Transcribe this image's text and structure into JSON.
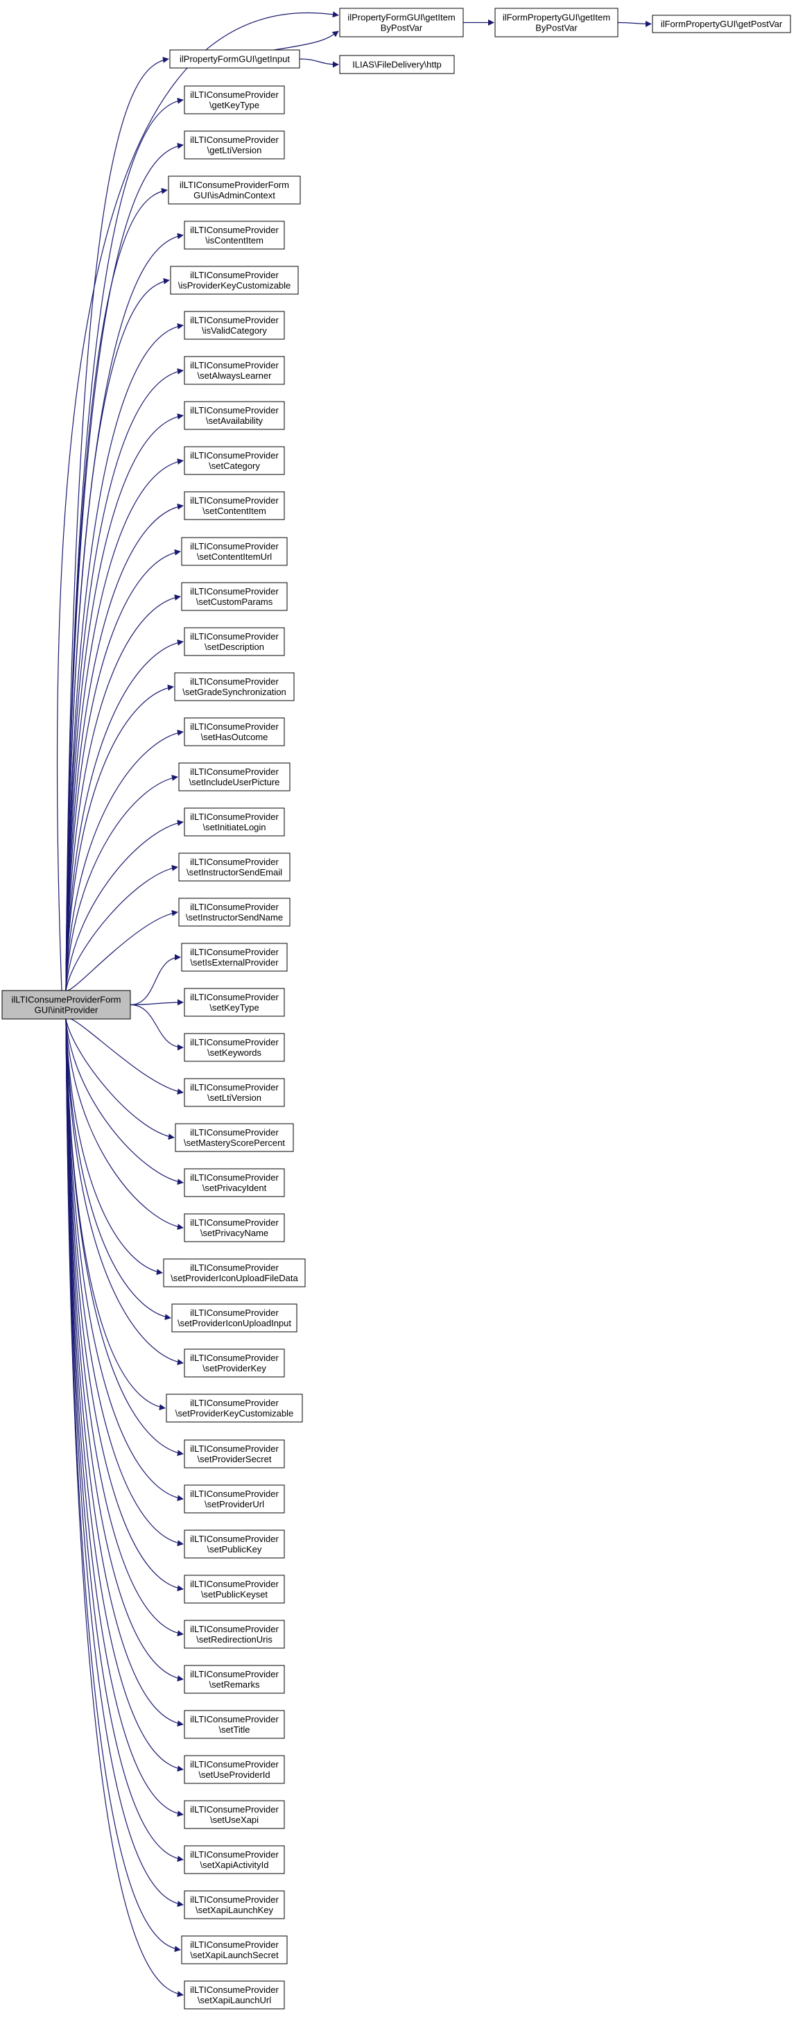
{
  "colors": {
    "edge": "#191970",
    "node_border": "#000000",
    "node_fill": "#ffffff",
    "root_fill": "#bfbfbf",
    "text": "#000000"
  },
  "root": {
    "id": "root",
    "lines": [
      "ilLTIConsumeProviderForm",
      "GUI\\initProvider"
    ]
  },
  "nodes": [
    {
      "id": "pf-getinput",
      "lines": [
        "ilPropertyFormGUI\\getInput"
      ]
    },
    {
      "id": "pf-getitembypostvar",
      "lines": [
        "ilPropertyFormGUI\\getItem",
        "ByPostVar"
      ]
    },
    {
      "id": "ff-getitembypostvar",
      "lines": [
        "ilFormPropertyGUI\\getItem",
        "ByPostVar"
      ]
    },
    {
      "id": "ff-getpostvar",
      "lines": [
        "ilFormPropertyGUI\\getPostVar"
      ]
    },
    {
      "id": "filedelivery-http",
      "lines": [
        "ILIAS\\FileDelivery\\http"
      ]
    },
    {
      "id": "getkeytype",
      "lines": [
        "ilLTIConsumeProvider",
        "\\getKeyType"
      ]
    },
    {
      "id": "getltiversion",
      "lines": [
        "ilLTIConsumeProvider",
        "\\getLtiVersion"
      ]
    },
    {
      "id": "isadmincontext",
      "lines": [
        "ilLTIConsumeProviderForm",
        "GUI\\isAdminContext"
      ]
    },
    {
      "id": "iscontentitem",
      "lines": [
        "ilLTIConsumeProvider",
        "\\isContentItem"
      ]
    },
    {
      "id": "isproviderkeycustomizable",
      "lines": [
        "ilLTIConsumeProvider",
        "\\isProviderKeyCustomizable"
      ]
    },
    {
      "id": "isvalidcategory",
      "lines": [
        "ilLTIConsumeProvider",
        "\\isValidCategory"
      ]
    },
    {
      "id": "setalwayslearner",
      "lines": [
        "ilLTIConsumeProvider",
        "\\setAlwaysLearner"
      ]
    },
    {
      "id": "setavailability",
      "lines": [
        "ilLTIConsumeProvider",
        "\\setAvailability"
      ]
    },
    {
      "id": "setcategory",
      "lines": [
        "ilLTIConsumeProvider",
        "\\setCategory"
      ]
    },
    {
      "id": "setcontentitem",
      "lines": [
        "ilLTIConsumeProvider",
        "\\setContentItem"
      ]
    },
    {
      "id": "setcontentitemurl",
      "lines": [
        "ilLTIConsumeProvider",
        "\\setContentItemUrl"
      ]
    },
    {
      "id": "setcustomparams",
      "lines": [
        "ilLTIConsumeProvider",
        "\\setCustomParams"
      ]
    },
    {
      "id": "setdescription",
      "lines": [
        "ilLTIConsumeProvider",
        "\\setDescription"
      ]
    },
    {
      "id": "setgradesynchronization",
      "lines": [
        "ilLTIConsumeProvider",
        "\\setGradeSynchronization"
      ]
    },
    {
      "id": "sethasoutcome",
      "lines": [
        "ilLTIConsumeProvider",
        "\\setHasOutcome"
      ]
    },
    {
      "id": "setincludeuserpicture",
      "lines": [
        "ilLTIConsumeProvider",
        "\\setIncludeUserPicture"
      ]
    },
    {
      "id": "setinitiatelogin",
      "lines": [
        "ilLTIConsumeProvider",
        "\\setInitiateLogin"
      ]
    },
    {
      "id": "setinstructorsendemail",
      "lines": [
        "ilLTIConsumeProvider",
        "\\setInstructorSendEmail"
      ]
    },
    {
      "id": "setinstructorsendname",
      "lines": [
        "ilLTIConsumeProvider",
        "\\setInstructorSendName"
      ]
    },
    {
      "id": "setisexternalprovider",
      "lines": [
        "ilLTIConsumeProvider",
        "\\setIsExternalProvider"
      ]
    },
    {
      "id": "setkeytype",
      "lines": [
        "ilLTIConsumeProvider",
        "\\setKeyType"
      ]
    },
    {
      "id": "setkeywords",
      "lines": [
        "ilLTIConsumeProvider",
        "\\setKeywords"
      ]
    },
    {
      "id": "setltiversion",
      "lines": [
        "ilLTIConsumeProvider",
        "\\setLtiVersion"
      ]
    },
    {
      "id": "setmasteryscorepercent",
      "lines": [
        "ilLTIConsumeProvider",
        "\\setMasteryScorePercent"
      ]
    },
    {
      "id": "setprivacyident",
      "lines": [
        "ilLTIConsumeProvider",
        "\\setPrivacyIdent"
      ]
    },
    {
      "id": "setprivacyname",
      "lines": [
        "ilLTIConsumeProvider",
        "\\setPrivacyName"
      ]
    },
    {
      "id": "setprovidericonuploadfiledata",
      "lines": [
        "ilLTIConsumeProvider",
        "\\setProviderIconUploadFileData"
      ]
    },
    {
      "id": "setprovidericonuploadinput",
      "lines": [
        "ilLTIConsumeProvider",
        "\\setProviderIconUploadInput"
      ]
    },
    {
      "id": "setproviderkey",
      "lines": [
        "ilLTIConsumeProvider",
        "\\setProviderKey"
      ]
    },
    {
      "id": "setproviderkeycustomizable",
      "lines": [
        "ilLTIConsumeProvider",
        "\\setProviderKeyCustomizable"
      ]
    },
    {
      "id": "setprovidersecret",
      "lines": [
        "ilLTIConsumeProvider",
        "\\setProviderSecret"
      ]
    },
    {
      "id": "setproviderurl",
      "lines": [
        "ilLTIConsumeProvider",
        "\\setProviderUrl"
      ]
    },
    {
      "id": "setpublickey",
      "lines": [
        "ilLTIConsumeProvider",
        "\\setPublicKey"
      ]
    },
    {
      "id": "setpublickeyset",
      "lines": [
        "ilLTIConsumeProvider",
        "\\setPublicKeyset"
      ]
    },
    {
      "id": "setredirectionuris",
      "lines": [
        "ilLTIConsumeProvider",
        "\\setRedirectionUris"
      ]
    },
    {
      "id": "setremarks",
      "lines": [
        "ilLTIConsumeProvider",
        "\\setRemarks"
      ]
    },
    {
      "id": "settitle",
      "lines": [
        "ilLTIConsumeProvider",
        "\\setTitle"
      ]
    },
    {
      "id": "setuseproviderid",
      "lines": [
        "ilLTIConsumeProvider",
        "\\setUseProviderId"
      ]
    },
    {
      "id": "setusexapi",
      "lines": [
        "ilLTIConsumeProvider",
        "\\setUseXapi"
      ]
    },
    {
      "id": "setxapiactivityid",
      "lines": [
        "ilLTIConsumeProvider",
        "\\setXapiActivityId"
      ]
    },
    {
      "id": "setxapilaunchkey",
      "lines": [
        "ilLTIConsumeProvider",
        "\\setXapiLaunchKey"
      ]
    },
    {
      "id": "setxapilaunchsecret",
      "lines": [
        "ilLTIConsumeProvider",
        "\\setXapiLaunchSecret"
      ]
    },
    {
      "id": "setxapilaunchurl",
      "lines": [
        "ilLTIConsumeProvider",
        "\\setXapiLaunchUrl"
      ]
    }
  ],
  "edges": [
    [
      "pf-getinput",
      "pf-getitembypostvar"
    ],
    [
      "pf-getinput",
      "filedelivery-http"
    ],
    [
      "pf-getitembypostvar",
      "ff-getitembypostvar"
    ],
    [
      "ff-getitembypostvar",
      "ff-getpostvar"
    ]
  ]
}
